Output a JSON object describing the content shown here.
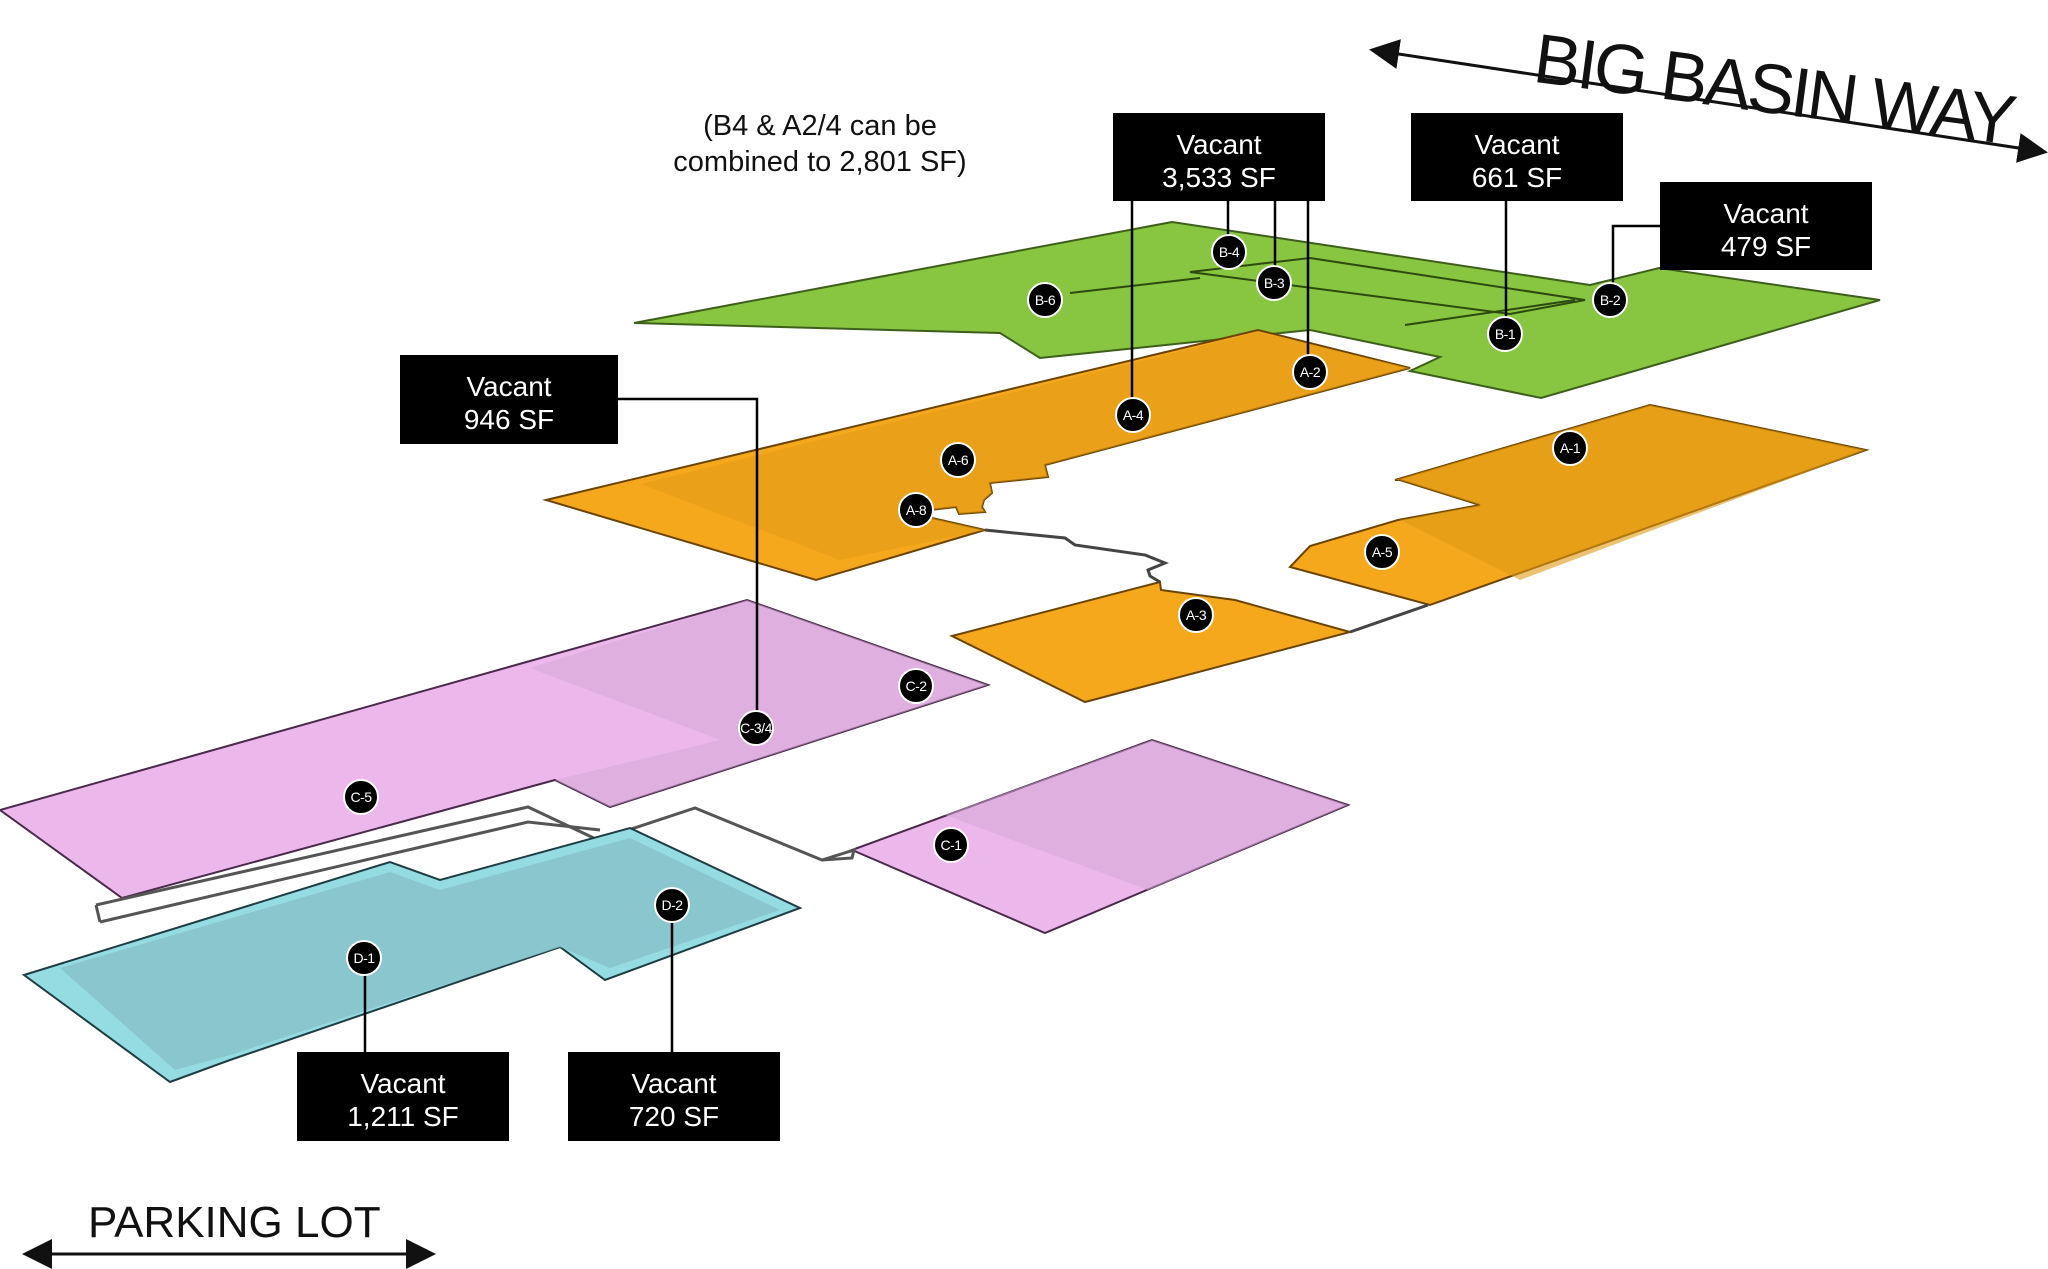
{
  "diagram": {
    "street_label": "BIG BASIN WAY",
    "parking_label": "PARKING LOT",
    "combination_note": {
      "line1": "(B4 & A2/4 can be",
      "line2": "combined to 2,801 SF)"
    },
    "colors": {
      "building_a": "#f5a81c",
      "building_a_shade": "#e09915",
      "building_b": "#88c540",
      "building_c": "#ecb8ec",
      "building_c_shade": "#d5a9d5",
      "building_d": "#95dbe2",
      "building_d_shade": "#88c2c9",
      "callout_bg": "#000000",
      "callout_text": "#ffffff"
    },
    "callouts": [
      {
        "status": "Vacant",
        "area": "3,533 SF",
        "units": [
          "A-4",
          "B-4",
          "B-3",
          "A-2"
        ]
      },
      {
        "status": "Vacant",
        "area": "661 SF",
        "units": [
          "B-1"
        ]
      },
      {
        "status": "Vacant",
        "area": "479 SF",
        "units": [
          "B-2"
        ]
      },
      {
        "status": "Vacant",
        "area": "946 SF",
        "units": [
          "C-3/4"
        ]
      },
      {
        "status": "Vacant",
        "area": "1,211 SF",
        "units": [
          "D-1"
        ]
      },
      {
        "status": "Vacant",
        "area": "720 SF",
        "units": [
          "D-2"
        ]
      }
    ],
    "unit_markers": [
      "B-4",
      "B-3",
      "B-6",
      "B-2",
      "B-1",
      "A-2",
      "A-4",
      "A-6",
      "A-8",
      "A-1",
      "A-5",
      "A-3",
      "C-2",
      "C-3/4",
      "C-5",
      "C-1",
      "D-2",
      "D-1"
    ]
  }
}
